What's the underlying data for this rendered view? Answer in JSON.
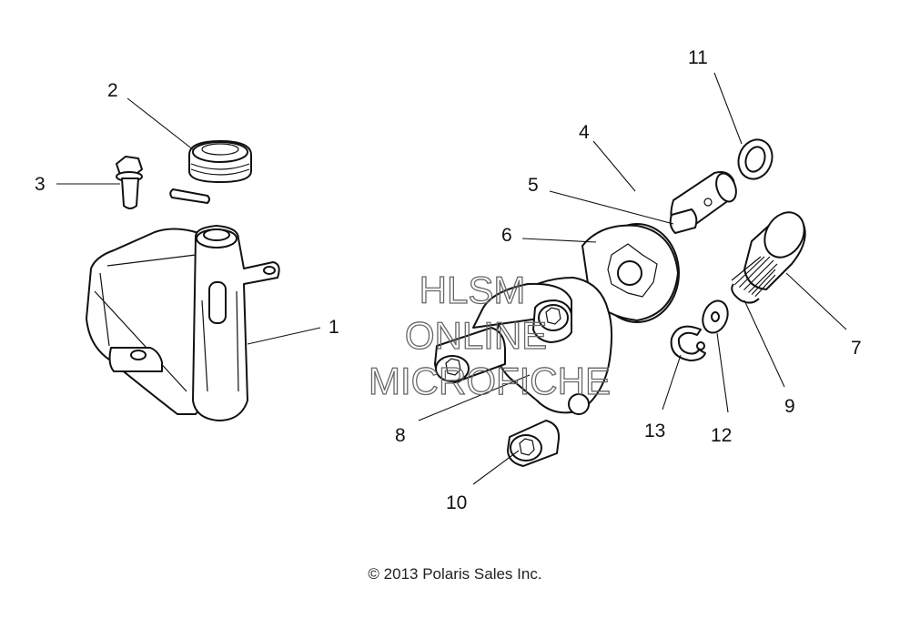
{
  "callouts": [
    {
      "id": "1",
      "label": "1"
    },
    {
      "id": "2",
      "label": "2"
    },
    {
      "id": "3",
      "label": "3"
    },
    {
      "id": "4",
      "label": "4"
    },
    {
      "id": "5",
      "label": "5"
    },
    {
      "id": "6",
      "label": "6"
    },
    {
      "id": "7",
      "label": "7"
    },
    {
      "id": "8",
      "label": "8"
    },
    {
      "id": "9",
      "label": "9"
    },
    {
      "id": "10",
      "label": "10"
    },
    {
      "id": "11",
      "label": "11"
    },
    {
      "id": "12",
      "label": "12"
    },
    {
      "id": "13",
      "label": "13"
    }
  ],
  "watermark": {
    "line1": "HLSM",
    "line2": "ONLINE",
    "line3": "MICROFICHE"
  },
  "copyright": "© 2013 Polaris Sales Inc."
}
